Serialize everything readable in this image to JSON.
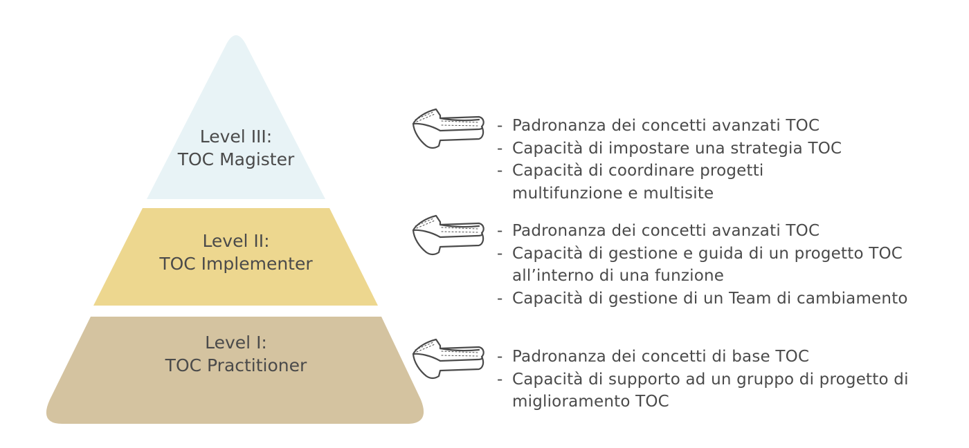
{
  "levels": [
    {
      "label_line1": "Level III:",
      "label_line2": "TOC Magister",
      "color": "#e8f3f6",
      "bullets": [
        "Padronanza dei concetti avanzati TOC",
        "Capacità di impostare una strategia TOC",
        "Capacità di coordinare progetti multifunzione e multisite"
      ]
    },
    {
      "label_line1": "Level II:",
      "label_line2": "TOC Implementer",
      "color": "#edd78f",
      "bullets": [
        "Padronanza dei concetti avanzati TOC",
        "Capacità di gestione e guida di un progetto TOC all’interno di una funzione",
        "Capacità di gestione di un Team di cambiamento"
      ]
    },
    {
      "label_line1": "Level I:",
      "label_line2": "TOC Practitioner",
      "color": "#d4c3a0",
      "bullets": [
        "Padronanza dei concetti di base TOC",
        "Capacità di supporto ad un gruppo di progetto di miglioramento TOC"
      ]
    }
  ],
  "colors": {
    "text": "#4a4a4a",
    "arrow_stroke": "#4a4a4a"
  },
  "icons": {
    "arrow": "hand-drawn-left-arrow-icon"
  }
}
